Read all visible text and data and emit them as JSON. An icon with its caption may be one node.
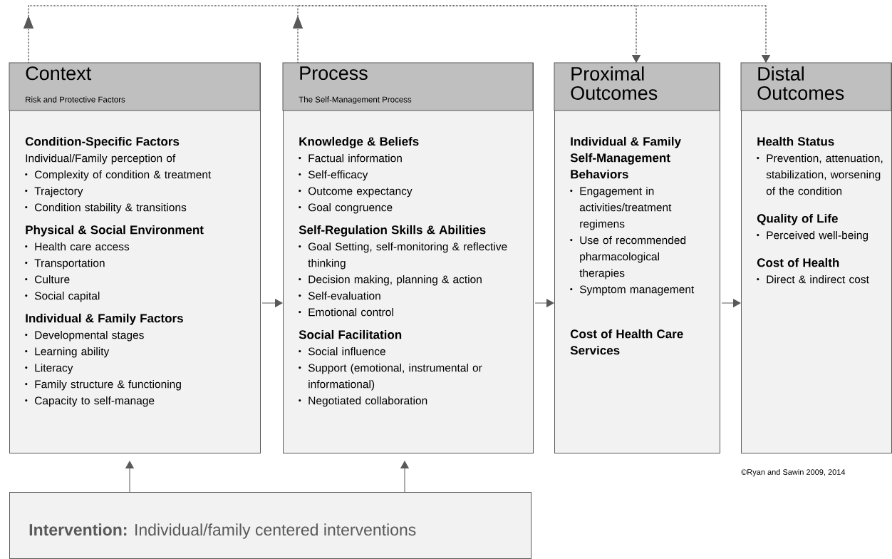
{
  "diagram": {
    "nodes": [
      {
        "text": [
          "Context",
          "Risk and Protective Factors",
          "Condition-Specific Factors",
          "Individual/Family perception of",
          "Complexity of condition & treatment",
          "Trajectory",
          "Condition stability & transitions",
          "Physical & Social Environment",
          "Health care access",
          "Transportation",
          "Culture",
          "Social capital",
          "Individual & Family Factors",
          "Developmental stages",
          "Learning ability",
          "Literacy",
          "Family structure & functioning",
          "Capacity to self-manage"
        ]
      },
      {
        "text": [
          "Process",
          "The Self-Management Process",
          "Knowledge & Beliefs",
          "Factual information",
          "Self-efficacy",
          "Outcome expectancy",
          "Goal congruence",
          "Self-Regulation Skills & Abilities",
          "Goal Setting, self-monitoring & reflective thinking",
          "Decision making, planning & action",
          "Self-evaluation",
          "Emotional control",
          "Social Facilitation",
          "Social influence",
          "Support (emotional, instrumental or informational)",
          "Negotiated collaboration"
        ]
      },
      {
        "text": [
          "Proximal Outcomes",
          "Individual & Family Self-Management Behaviors",
          "Engagement in activities/treatment regimens",
          "Use of recommended pharmacological therapies",
          "Symptom management",
          "Cost of Health Care Services"
        ]
      },
      {
        "text": [
          "Distal Outcomes",
          "Health Status",
          "Prevention, attenuation, stabilization, worsening of the condition",
          "Quality of Life",
          "Perceived well-being",
          "Cost of Health",
          "Direct & indirect cost"
        ]
      },
      {
        "text": [
          "**Intervention:** Individual/family centered interventions"
        ]
      }
    ],
    "edges": [
      {
        "from": 0,
        "to": 1,
        "arrow": "to"
      },
      {
        "from": 1,
        "to": 2,
        "arrow": "to"
      },
      {
        "from": 2,
        "to": 3,
        "arrow": "to"
      },
      {
        "from": 4,
        "to": 0,
        "arrow": "to"
      },
      {
        "from": 4,
        "to": 1,
        "arrow": "to"
      },
      {
        "from": 0,
        "to": 2,
        "arrow": "to",
        "style": "dashed"
      },
      {
        "from": 0,
        "to": 3,
        "arrow": "to",
        "style": "dashed"
      },
      {
        "from": 1,
        "to": 2,
        "arrow": "to",
        "style": "dashed"
      },
      {
        "from": 1,
        "to": 3,
        "arrow": "to",
        "style": "dashed"
      }
    ],
    "labels": [
      "©Ryan and Sawin 2009, 2014"
    ]
  }
}
